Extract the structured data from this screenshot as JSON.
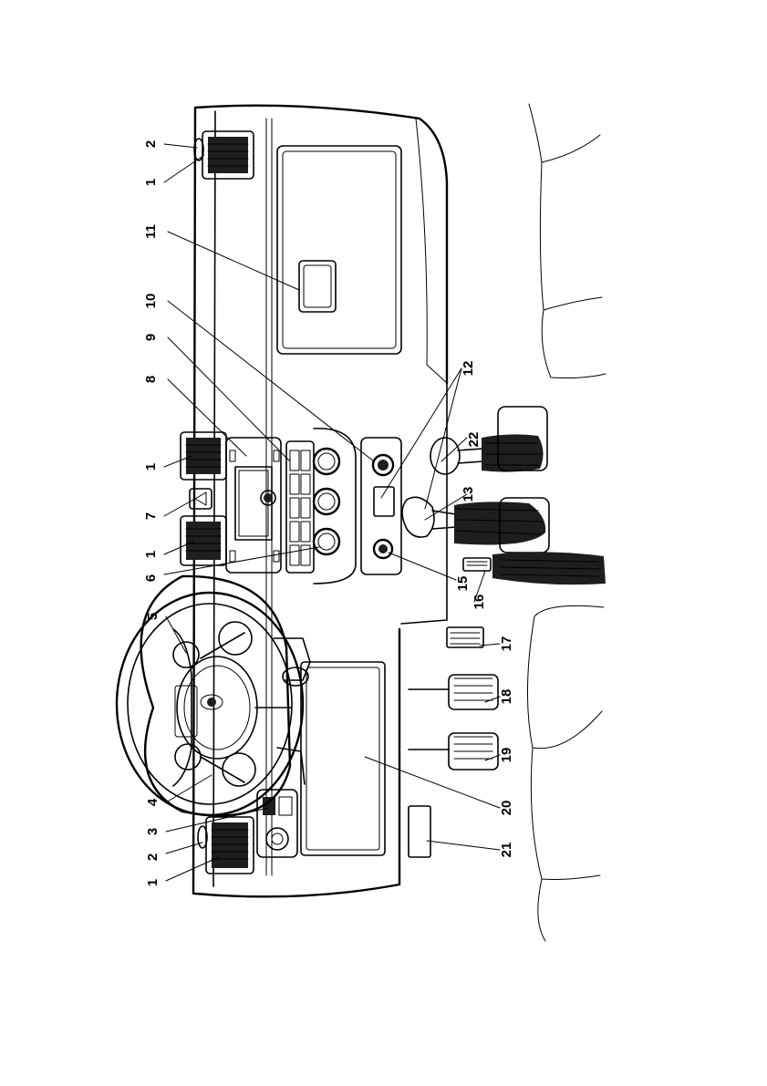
{
  "callouts": [
    {
      "id": "c1_top",
      "text": "1"
    },
    {
      "id": "c2_top",
      "text": "2"
    },
    {
      "id": "c11",
      "text": "11"
    },
    {
      "id": "c10",
      "text": "10"
    },
    {
      "id": "c9",
      "text": "9"
    },
    {
      "id": "c8",
      "text": "8"
    },
    {
      "id": "c1_mid_a",
      "text": "1"
    },
    {
      "id": "c7",
      "text": "7"
    },
    {
      "id": "c1_mid_b",
      "text": "1"
    },
    {
      "id": "c6",
      "text": "6"
    },
    {
      "id": "c5",
      "text": "5"
    },
    {
      "id": "c4",
      "text": "4"
    },
    {
      "id": "c3",
      "text": "3"
    },
    {
      "id": "c2_bottom",
      "text": "2"
    },
    {
      "id": "c1_bottom",
      "text": "1"
    },
    {
      "id": "c12",
      "text": "12"
    },
    {
      "id": "c13",
      "text": "13"
    },
    {
      "id": "c22",
      "text": "22"
    },
    {
      "id": "c15",
      "text": "15"
    },
    {
      "id": "c16",
      "text": "16"
    },
    {
      "id": "c17",
      "text": "17"
    },
    {
      "id": "c18",
      "text": "18"
    },
    {
      "id": "c19",
      "text": "19"
    },
    {
      "id": "c20",
      "text": "20"
    },
    {
      "id": "c21",
      "text": "21"
    }
  ],
  "colors": {
    "line": "#000000",
    "fill_dark": "#1e1e1e",
    "background": "#ffffff"
  }
}
